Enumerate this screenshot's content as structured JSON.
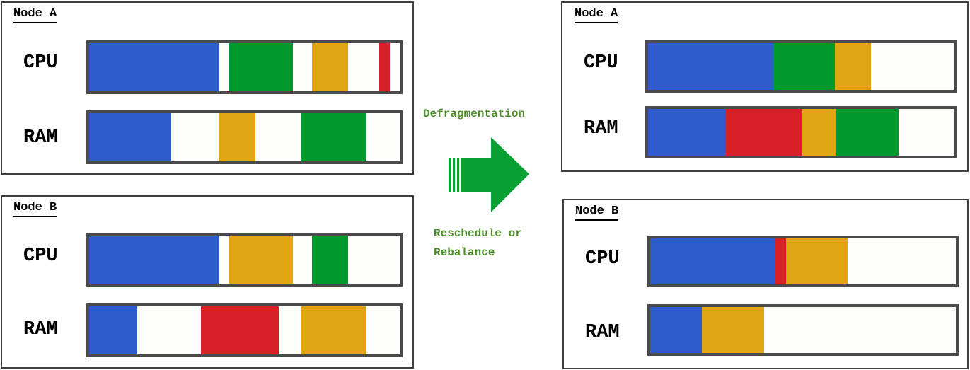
{
  "colors": {
    "blue": "#2f5bcc",
    "green": "#00992d",
    "yellow": "#e0a512",
    "red": "#d72027",
    "empty": "#fdfdfc",
    "caption": "#4e8f2c",
    "arrow": "#06a033"
  },
  "captions": {
    "top": "Defragmentation",
    "bottom_line1": "Reschedule or",
    "bottom_line2": "Rebalance"
  },
  "before": {
    "node_a": {
      "title": "Node A",
      "cpu": {
        "label": "CPU",
        "segments": [
          {
            "start": 0,
            "end": 0.42,
            "color": "blue"
          },
          {
            "start": 0.45,
            "end": 0.655,
            "color": "green"
          },
          {
            "start": 0.717,
            "end": 0.833,
            "color": "yellow"
          },
          {
            "start": 0.935,
            "end": 0.968,
            "color": "red"
          }
        ]
      },
      "ram": {
        "label": "RAM",
        "segments": [
          {
            "start": 0,
            "end": 0.265,
            "color": "blue"
          },
          {
            "start": 0.42,
            "end": 0.535,
            "color": "yellow"
          },
          {
            "start": 0.68,
            "end": 0.89,
            "color": "green"
          }
        ]
      }
    },
    "node_b": {
      "title": "Node B",
      "cpu": {
        "label": "CPU",
        "segments": [
          {
            "start": 0,
            "end": 0.42,
            "color": "blue"
          },
          {
            "start": 0.45,
            "end": 0.655,
            "color": "yellow"
          },
          {
            "start": 0.717,
            "end": 0.833,
            "color": "green"
          }
        ]
      },
      "ram": {
        "label": "RAM",
        "segments": [
          {
            "start": 0,
            "end": 0.155,
            "color": "blue"
          },
          {
            "start": 0.36,
            "end": 0.61,
            "color": "red"
          },
          {
            "start": 0.68,
            "end": 0.89,
            "color": "yellow"
          }
        ]
      }
    }
  },
  "after": {
    "node_a": {
      "title": "Node A",
      "cpu": {
        "label": "CPU",
        "segments": [
          {
            "start": 0,
            "end": 0.41,
            "color": "blue"
          },
          {
            "start": 0.41,
            "end": 0.61,
            "color": "green"
          },
          {
            "start": 0.61,
            "end": 0.73,
            "color": "yellow"
          }
        ]
      },
      "ram": {
        "label": "RAM",
        "segments": [
          {
            "start": 0,
            "end": 0.255,
            "color": "blue"
          },
          {
            "start": 0.255,
            "end": 0.505,
            "color": "red"
          },
          {
            "start": 0.505,
            "end": 0.615,
            "color": "yellow"
          },
          {
            "start": 0.615,
            "end": 0.82,
            "color": "green"
          }
        ]
      }
    },
    "node_b": {
      "title": "Node B",
      "cpu": {
        "label": "CPU",
        "segments": [
          {
            "start": 0,
            "end": 0.41,
            "color": "blue"
          },
          {
            "start": 0.41,
            "end": 0.445,
            "color": "red"
          },
          {
            "start": 0.445,
            "end": 0.645,
            "color": "yellow"
          }
        ]
      },
      "ram": {
        "label": "RAM",
        "segments": [
          {
            "start": 0,
            "end": 0.17,
            "color": "blue"
          },
          {
            "start": 0.17,
            "end": 0.372,
            "color": "yellow"
          }
        ]
      }
    }
  }
}
